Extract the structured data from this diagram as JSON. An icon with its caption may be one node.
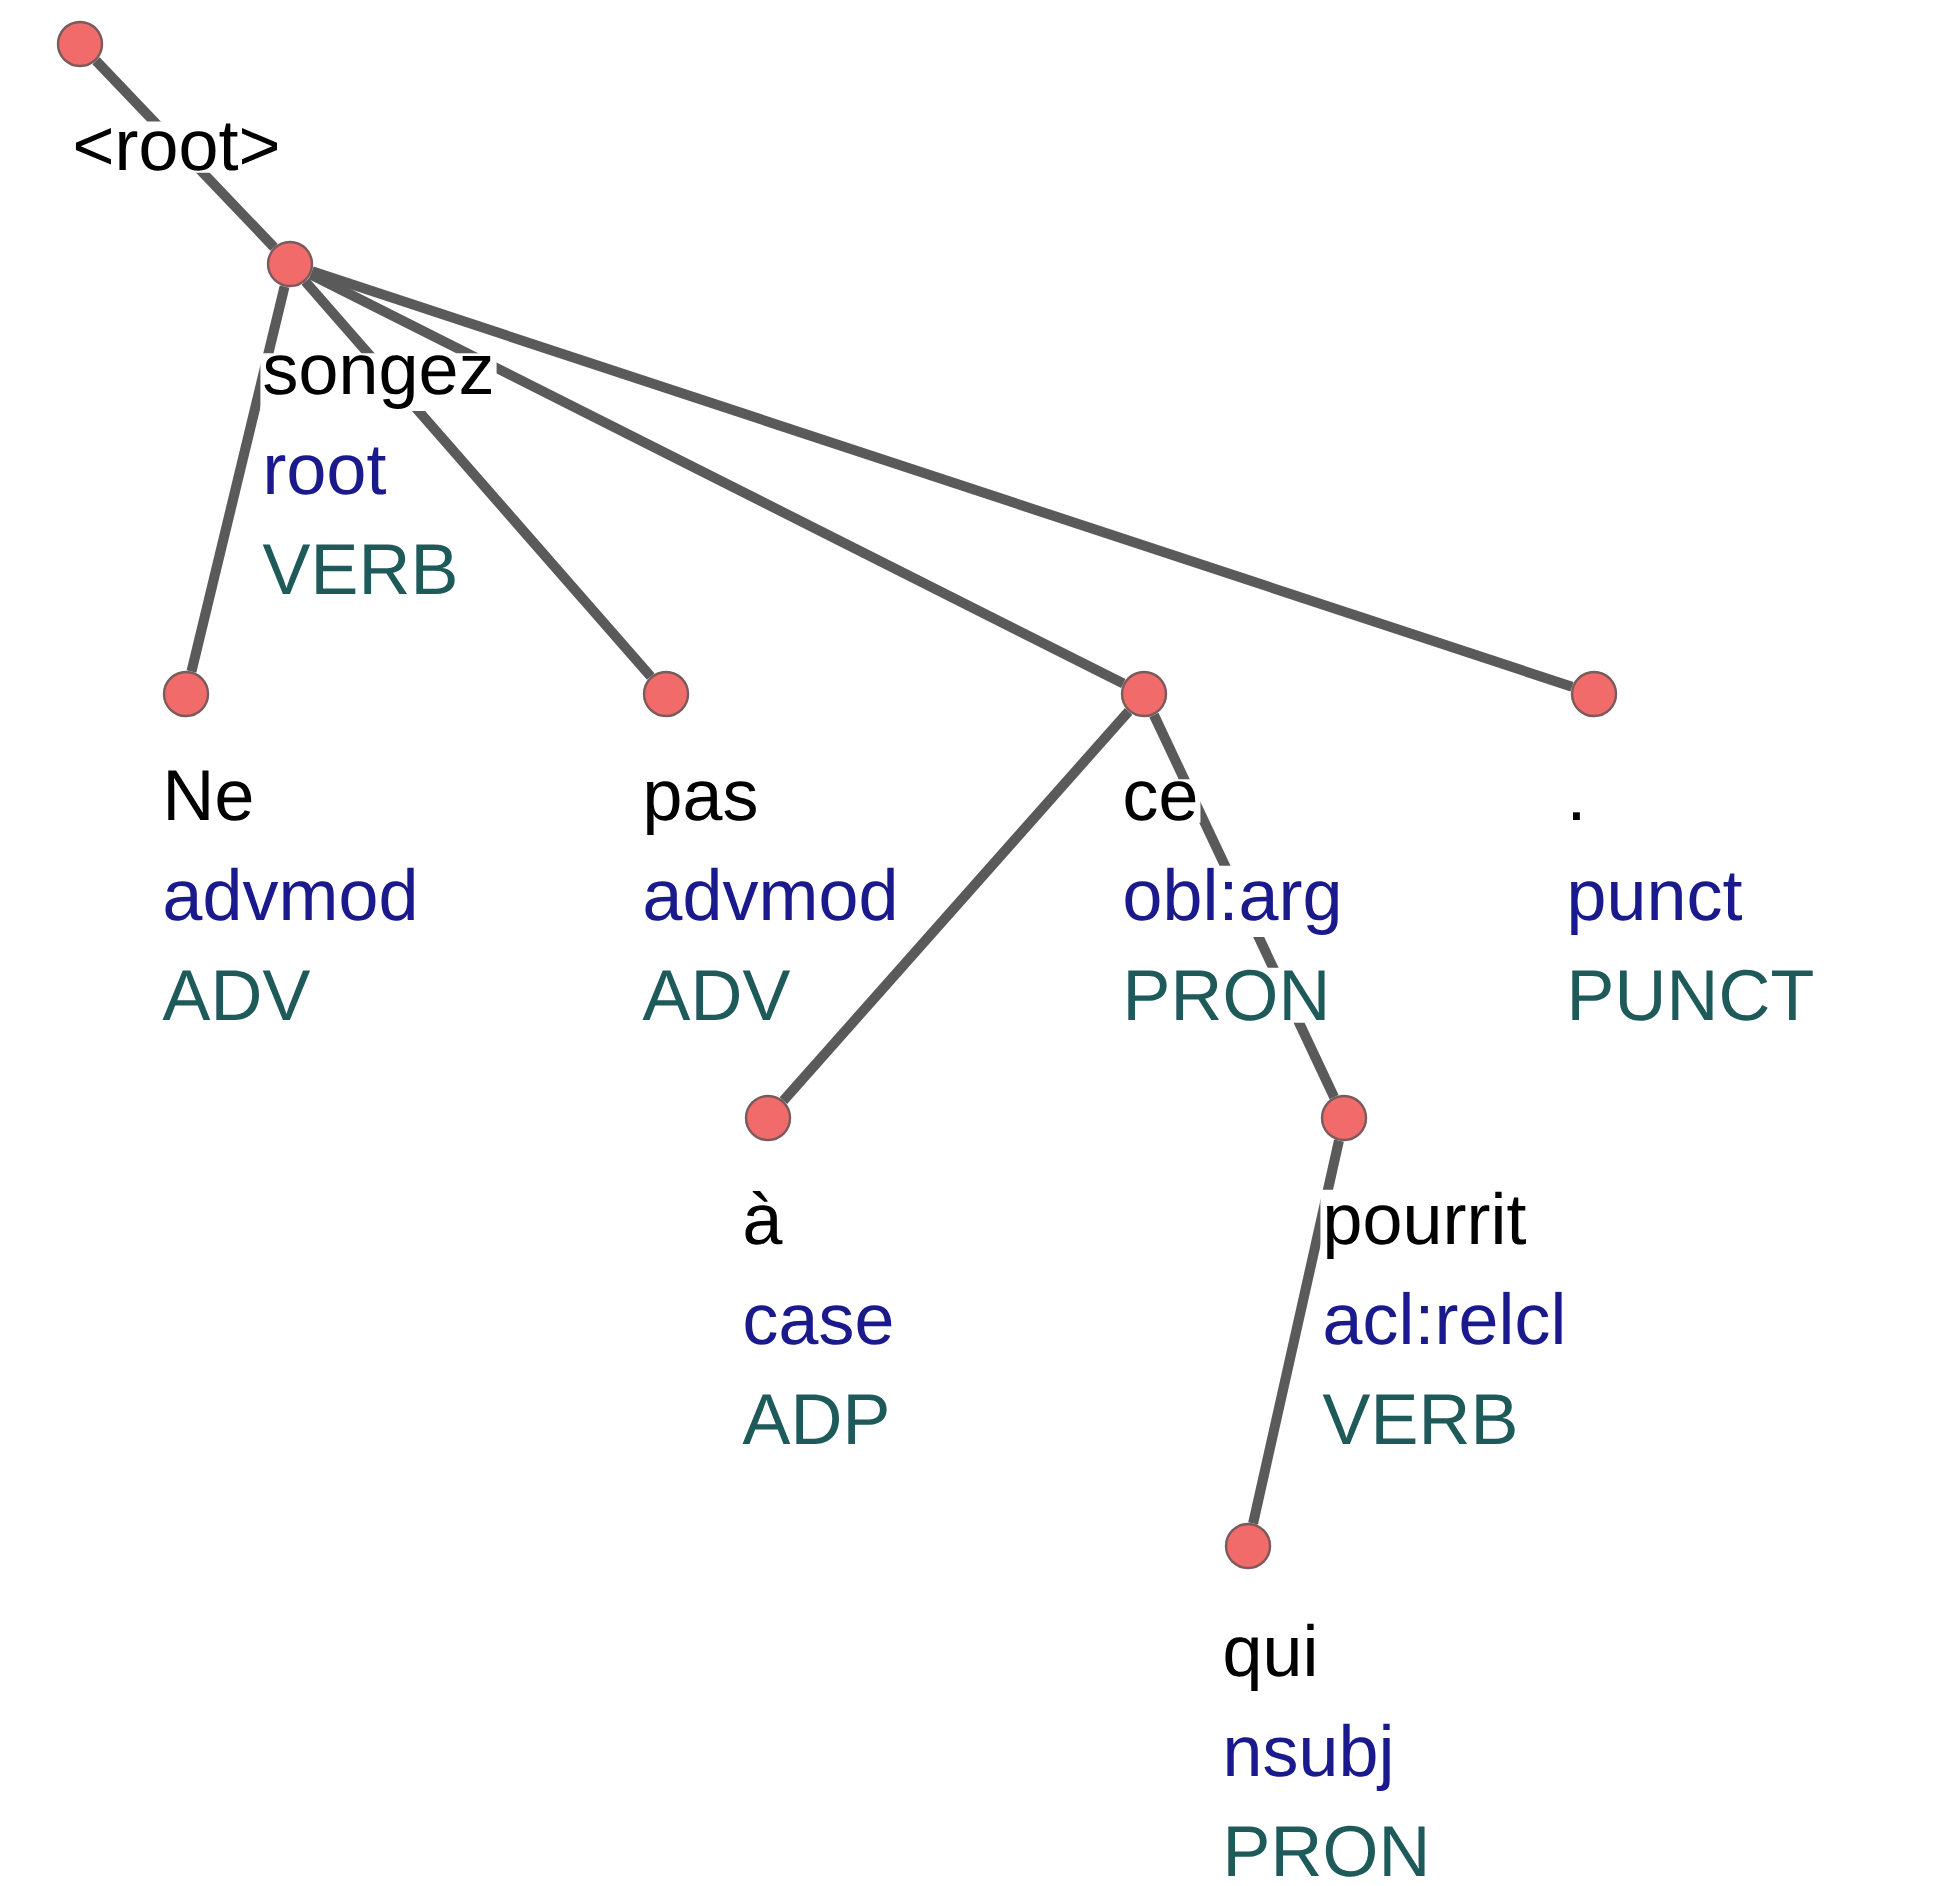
{
  "diagram": {
    "nodes": [
      {
        "text": [
          "<root>"
        ]
      },
      {
        "text": [
          "songez",
          "root",
          "VERB"
        ]
      },
      {
        "text": [
          "Ne",
          "advmod",
          "ADV"
        ]
      },
      {
        "text": [
          "pas",
          "advmod",
          "ADV"
        ]
      },
      {
        "text": [
          "ce",
          "obl:arg",
          "PRON"
        ]
      },
      {
        "text": [
          ".",
          "punct",
          "PUNCT"
        ]
      },
      {
        "text": [
          "à",
          "case",
          "ADP"
        ]
      },
      {
        "text": [
          "pourrit",
          "acl:relcl",
          "VERB"
        ]
      },
      {
        "text": [
          "qui",
          "nsubj",
          "PRON"
        ]
      }
    ],
    "edges": [
      {
        "from": 0,
        "to": 1,
        "arrow": "none"
      },
      {
        "from": 1,
        "to": 2,
        "arrow": "none"
      },
      {
        "from": 1,
        "to": 3,
        "arrow": "none"
      },
      {
        "from": 1,
        "to": 4,
        "arrow": "none"
      },
      {
        "from": 1,
        "to": 5,
        "arrow": "none"
      },
      {
        "from": 4,
        "to": 6,
        "arrow": "none"
      },
      {
        "from": 4,
        "to": 7,
        "arrow": "none"
      },
      {
        "from": 7,
        "to": 8,
        "arrow": "none"
      }
    ]
  }
}
